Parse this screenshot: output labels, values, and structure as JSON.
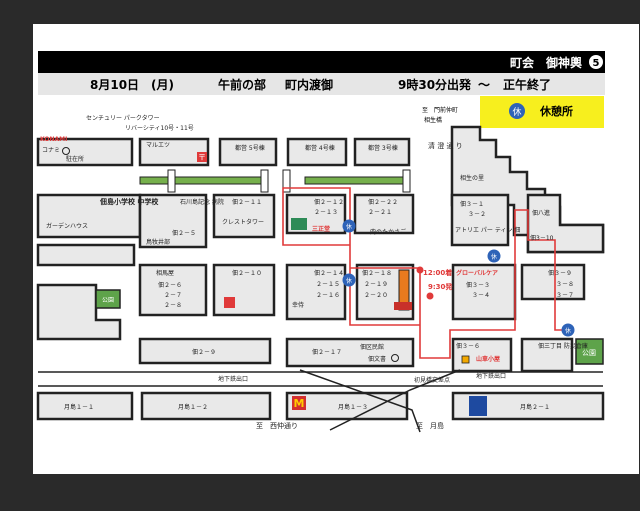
{
  "header": {
    "title": "町会　御神輿",
    "number": "5"
  },
  "subheader": {
    "date": "8月10日　(月)",
    "session": "午前の部",
    "event": "町内渡御",
    "start": "9時30分出発",
    "tilde": "～",
    "end": "正午終了"
  },
  "legend": {
    "rest_icon_label": "休",
    "rest_text": "休憩所",
    "rest_color": "#f7ef1e"
  },
  "colors": {
    "route": "#e03a3a",
    "block": "#e9e9e9",
    "outline": "#222222",
    "road": "#ffffff",
    "rest_icon": "#2e63b8",
    "header": "#000000"
  },
  "labels": {
    "to_monzen": "至　門前仲町",
    "aioibashi": "相生橋",
    "central_park": "センチュリー\nパークタワー",
    "riverside": "リバーシティ10号・11号",
    "konami": "KONAMI",
    "konami_sub": "コナミ",
    "chuzai": "駐在所",
    "marue": "マルエツ",
    "toei5": "都営\n5号棟",
    "toei4": "都営\n4号棟",
    "toei3": "都営\n3号棟",
    "kiyosumi": "清\n澄\n通\nり",
    "aioi_sato": "相生の里",
    "school": "佃島小学校\n中学校",
    "garden": "ガーデンハウス",
    "ishikawa": "石川島記念\n病院",
    "tsuku11": "佃２－１１",
    "crest": "クレストタワー",
    "tsuku212": "佃２－１２",
    "tsuku213": "２－１３",
    "sanshoudo": "三正堂",
    "tsuku222": "佃２－２２",
    "tsuku221": "２－２１",
    "nikunotakasago": "肉のたかさご",
    "tsuku31": "佃３－１",
    "tsuku32": "３－２",
    "atelier": "アトリエ パー\nティン 佃",
    "hatchou": "佃八進",
    "tsuku310": "佃3－10",
    "tsuku25": "佃２－５",
    "tsuku25_sub": "鳥牧井部",
    "aioiya": "相馬屋",
    "tsuku26": "佃２－６",
    "tsuku27": "２－７",
    "tsuku28": "２－８",
    "tsuku210": "佃２－１０",
    "tsuku214": "佃２－１４",
    "tsuku215": "２－１５",
    "tsuku216": "２－１６",
    "tsuku218": "佃２－１８",
    "tsuku219": "２－１９",
    "tsuku220": "２－２０",
    "koujii": "幸侍",
    "time1": "12:00着",
    "time2": "9:30発",
    "global": "グローバルケア",
    "tsuku33": "佃３－３",
    "tsuku34": "３－４",
    "tsuku39": "佃３－９",
    "tsuku38": "３－８",
    "tsuku37": "３－７",
    "tsuku29": "佃２－９",
    "tsuku217": "佃２－１７",
    "tsukuhall": "佃区民館",
    "tsukudashi": "佃文書",
    "tsuku36": "佃３－６",
    "yamagoya": "山車小屋",
    "tsuku3": "佃三丁目\n防災倉庫",
    "park": "公園",
    "park2": "公園",
    "chikatetsu1": "地下鉄出口",
    "chikatetsu2": "地下鉄出口",
    "hatsumi": "初見橋交差点",
    "tsukishima11": "月島１－１",
    "tsukishima12": "月島１－２",
    "tsukishima13": "月島１－３",
    "tsukishima21": "月島２－１",
    "to_nishinaka": "至　西仲通り",
    "to_tsukishima": "至　月島"
  }
}
